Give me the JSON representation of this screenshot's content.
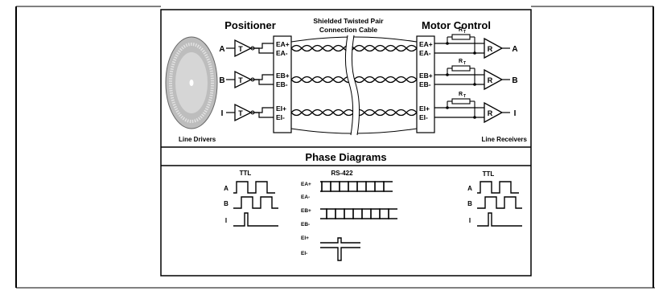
{
  "top": {
    "positioner_title": "Positioner",
    "cable_title_line1": "Shielded Twisted Pair",
    "cable_title_line2": "Connection Cable",
    "motor_title": "Motor Control",
    "drivers_caption": "Line Drivers",
    "receivers_caption": "Line Receivers",
    "channels": [
      {
        "in": "A",
        "pos": "EA+",
        "neg": "EA-",
        "out": "A"
      },
      {
        "in": "B",
        "pos": "EB+",
        "neg": "EB-",
        "out": "B"
      },
      {
        "in": "I",
        "pos": "EI+",
        "neg": "EI-",
        "out": "I"
      }
    ],
    "driver_symbol": "T",
    "receiver_symbol": "R",
    "resistor_label": "R",
    "resistor_sub": "T"
  },
  "phase": {
    "title": "Phase Diagrams",
    "ttl_left": {
      "title": "TTL",
      "labels": [
        "A",
        "B",
        "I"
      ]
    },
    "rs422": {
      "title": "RS-422",
      "labels": [
        "EA+",
        "EA-",
        "EB+",
        "EB-",
        "EI+",
        "EI-"
      ]
    },
    "ttl_right": {
      "title": "TTL",
      "labels": [
        "A",
        "B",
        "I"
      ]
    }
  }
}
